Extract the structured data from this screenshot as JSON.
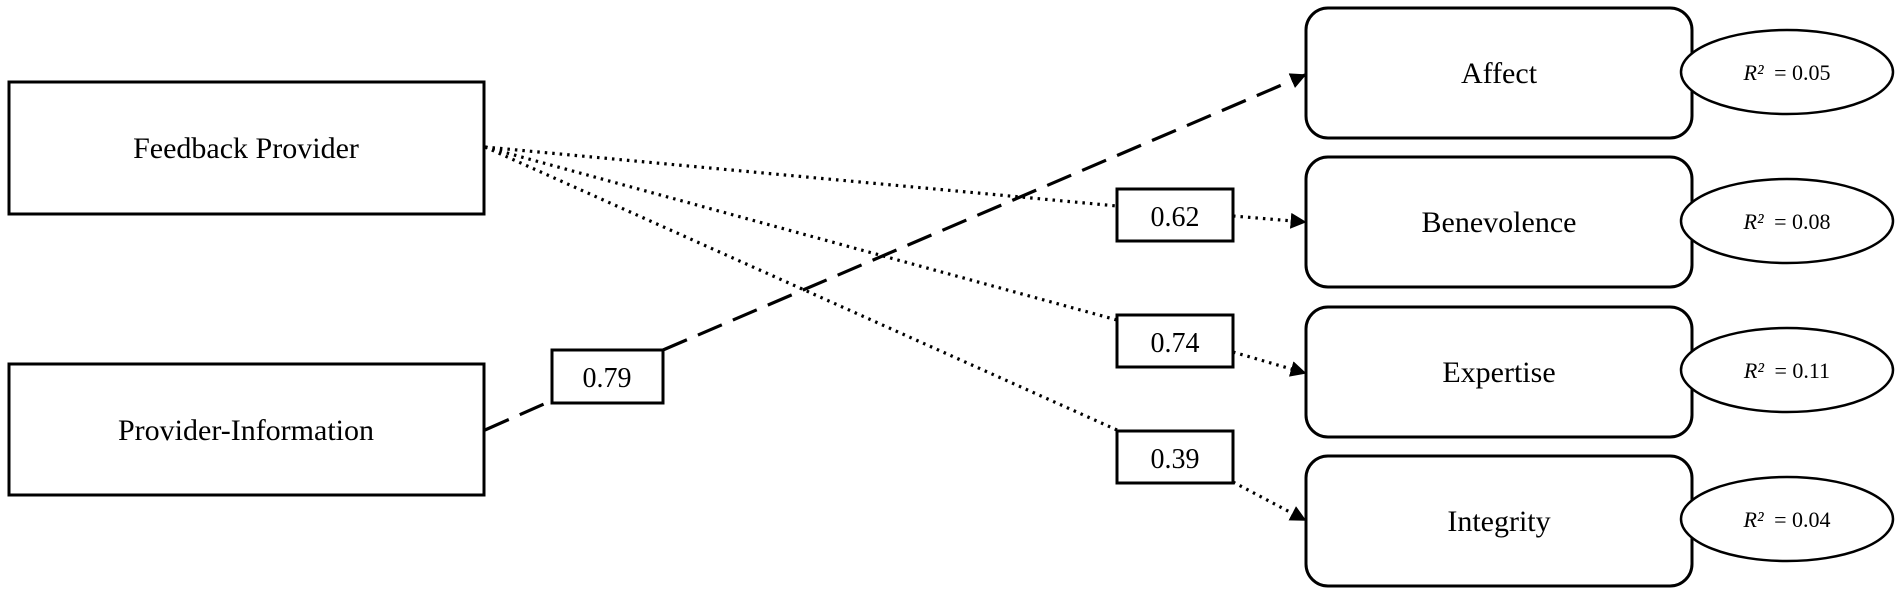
{
  "predictors": [
    {
      "id": "feedback-provider",
      "label": "Feedback Provider"
    },
    {
      "id": "provider-information",
      "label": "Provider-Information"
    }
  ],
  "outcomes": [
    {
      "id": "affect",
      "label": "Affect",
      "r2_symbol": "R²",
      "r2_value": "= 0.05"
    },
    {
      "id": "benevolence",
      "label": "Benevolence",
      "r2_symbol": "R²",
      "r2_value": "= 0.08"
    },
    {
      "id": "expertise",
      "label": "Expertise",
      "r2_symbol": "R²",
      "r2_value": "= 0.11"
    },
    {
      "id": "integrity",
      "label": "Integrity",
      "r2_symbol": "R²",
      "r2_value": "= 0.04"
    }
  ],
  "paths": [
    {
      "from": "provider-information",
      "to": "affect",
      "coefficient": "0.79",
      "line_style": "dashed"
    },
    {
      "from": "feedback-provider",
      "to": "benevolence",
      "coefficient": "0.62",
      "line_style": "dotted"
    },
    {
      "from": "feedback-provider",
      "to": "expertise",
      "coefficient": "0.74",
      "line_style": "dotted"
    },
    {
      "from": "feedback-provider",
      "to": "integrity",
      "coefficient": "0.39",
      "line_style": "dotted"
    }
  ]
}
